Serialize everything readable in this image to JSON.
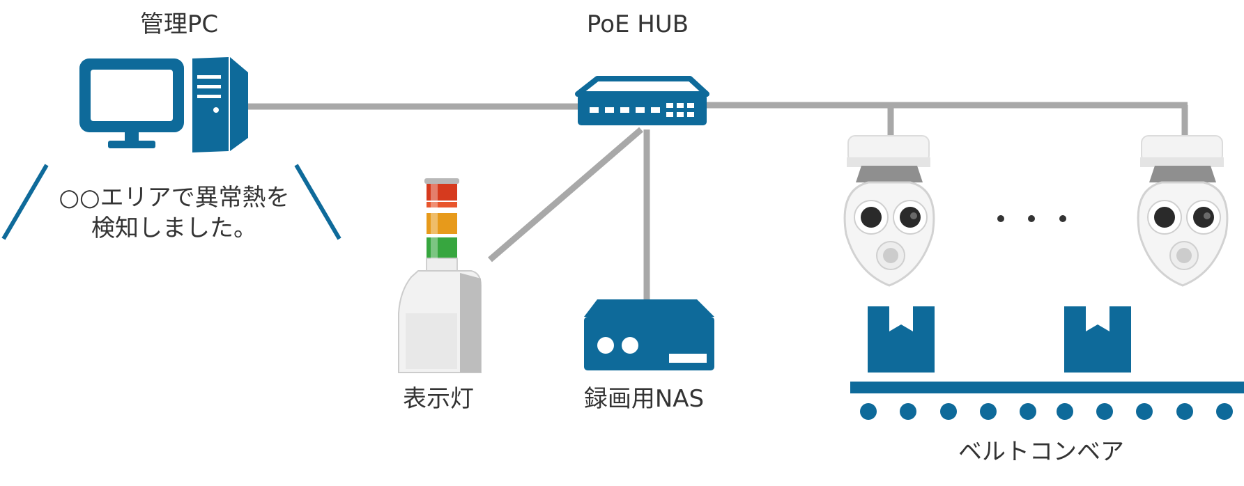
{
  "labels": {
    "pc": "管理PC",
    "hub": "PoE HUB",
    "light": "表示灯",
    "nas": "録画用NAS",
    "conveyor": "ベルトコンベア"
  },
  "alert_message": {
    "line1": "○○エリアで異常熱を",
    "line2": "検知しました。"
  },
  "ellipsis": "・・・",
  "colors": {
    "device_blue": "#0e6a9a",
    "cable_gray": "#a8a8a8",
    "text": "#333333"
  },
  "icons": [
    "monitor-icon",
    "pc-tower-icon",
    "network-hub-icon",
    "signal-tower-light",
    "nas-icon",
    "thermal-camera",
    "package-box-icon",
    "conveyor-belt"
  ]
}
